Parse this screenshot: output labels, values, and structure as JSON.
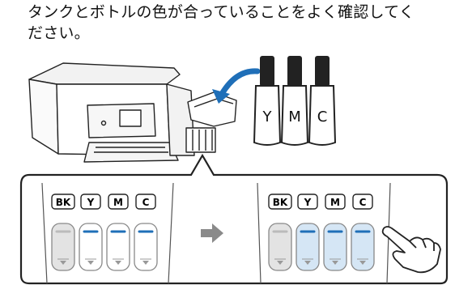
{
  "instruction": {
    "line1": "タンクとボトルの色が合っていることをよく確認してく",
    "line2": "ださい。"
  },
  "bottles": [
    {
      "label": "Y"
    },
    {
      "label": "M"
    },
    {
      "label": "C"
    }
  ],
  "tank_labels": [
    "BK",
    "Y",
    "M",
    "C"
  ],
  "colors": {
    "ink_fill": "#d5e6f5",
    "ink_line": "#1f6fb8",
    "gray_fill": "#dcdcdc",
    "arrow_blue": "#1f6fb8",
    "arrow_gray": "#8a8a8a"
  }
}
